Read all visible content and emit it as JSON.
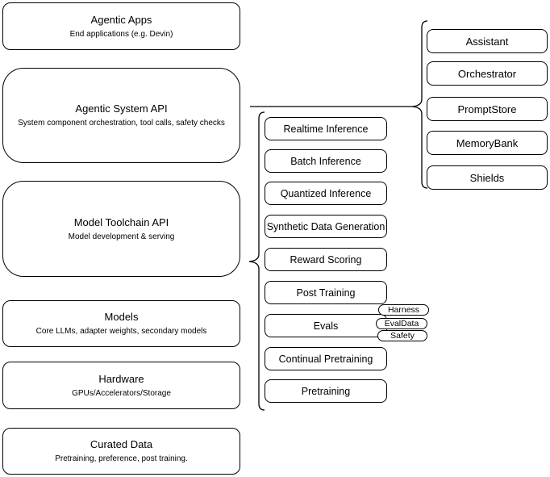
{
  "layers": [
    {
      "title": "Agentic Apps",
      "subtitle": "End applications (e.g. Devin)"
    },
    {
      "title": "Agentic System API",
      "subtitle": "System component orchestration, tool calls, safety checks"
    },
    {
      "title": "Model Toolchain API",
      "subtitle": "Model development & serving"
    },
    {
      "title": "Models",
      "subtitle": "Core LLMs, adapter weights, secondary models"
    },
    {
      "title": "Hardware",
      "subtitle": "GPUs/Accelerators/Storage"
    },
    {
      "title": "Curated Data",
      "subtitle": "Pretraining, preference, post training."
    }
  ],
  "toolchain_apis": {
    "items": [
      "Realtime Inference",
      "Batch Inference",
      "Quantized Inference",
      "Synthetic Data Generation",
      "Reward Scoring",
      "Post Training",
      "Evals",
      "Continual Pretraining",
      "Pretraining"
    ]
  },
  "eval_tags": {
    "items": [
      "Harness",
      "EvalData",
      "Safety"
    ]
  },
  "system_apis": {
    "items": [
      "Assistant",
      "Orchestrator",
      "PromptStore",
      "MemoryBank",
      "Shields"
    ]
  },
  "colors": {
    "stroke": "#000000",
    "fill": "#ffffff",
    "text": "#000000",
    "background": "#ffffff"
  }
}
